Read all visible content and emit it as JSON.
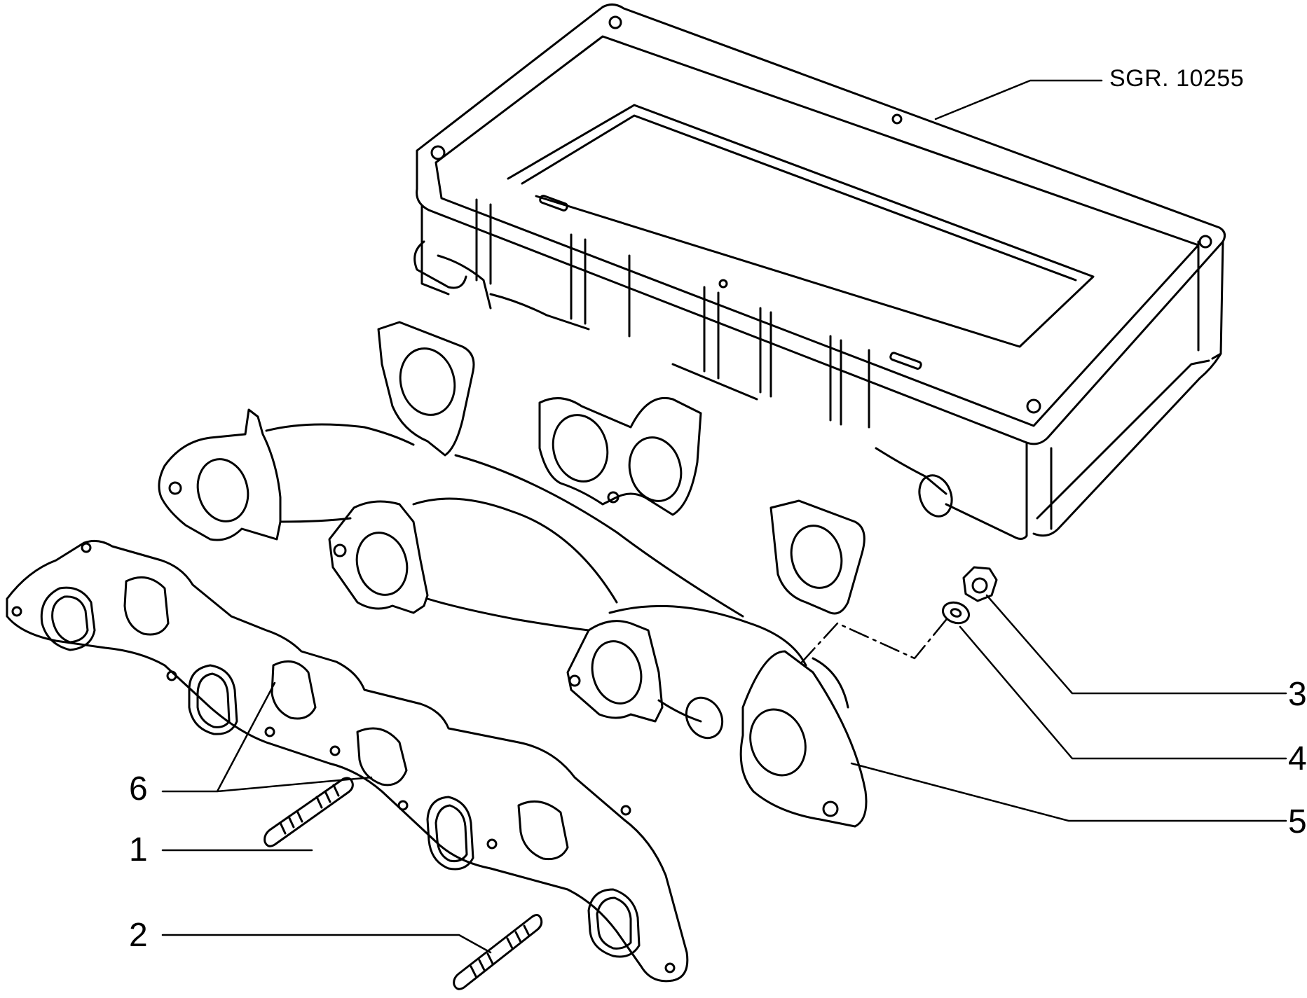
{
  "drawing_ref": "SGR. 10255",
  "callouts": [
    {
      "number": "1",
      "part": "stud-short"
    },
    {
      "number": "2",
      "part": "stud-long"
    },
    {
      "number": "3",
      "part": "nut"
    },
    {
      "number": "4",
      "part": "washer"
    },
    {
      "number": "5",
      "part": "exhaust-manifold"
    },
    {
      "number": "6",
      "part": "manifold-gasket"
    }
  ],
  "line_color": "#000000",
  "background": "#ffffff"
}
